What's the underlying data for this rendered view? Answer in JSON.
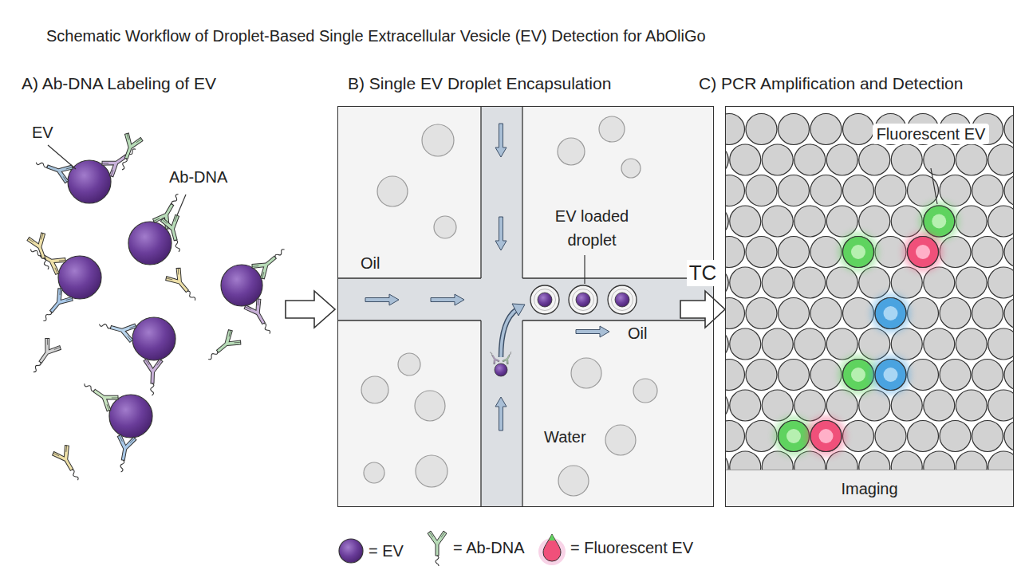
{
  "diagram": {
    "title": "Schematic Workflow of Droplet-Based Single Extracellular Vesicle (EV) Detection for AbOliGo",
    "nodes": [
      {
        "text": [
          "B) Single EV Droplet Encapsulation"
        ]
      },
      {
        "text": [
          "C) PCR Amplification and Detection"
        ]
      },
      {
        "text": [
          "Imaging"
        ],
        "in": 1
      }
    ],
    "edges": [
      {
        "from": 0,
        "to": 1,
        "label": "TC",
        "arrow": "to"
      }
    ],
    "labels": [
      "A) Ab-DNA Labeling of EV",
      "EV",
      "Ab-DNA",
      "Oil",
      "EV loaded droplet",
      "Oil",
      "Water",
      "Fluorescent EV"
    ],
    "legend": [
      {
        "text": "= EV"
      },
      {
        "text": "= Ab-DNA"
      },
      {
        "text": "= Fluorescent EV"
      }
    ]
  }
}
